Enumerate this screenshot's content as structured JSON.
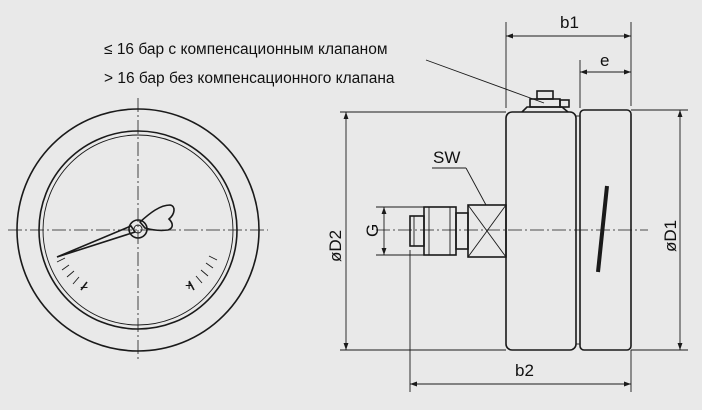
{
  "notes": {
    "line1": "≤ 16 бар с компенсационным клапаном",
    "line2": "> 16 бар без компенсационного клапана"
  },
  "dimensions": {
    "b1": "b1",
    "e": "e",
    "sw": "SW",
    "d2": "øD2",
    "g": "G",
    "d1": "øD1",
    "b2": "b2"
  },
  "gauge": {
    "minus_sign": "−",
    "plus_sign": "+"
  }
}
